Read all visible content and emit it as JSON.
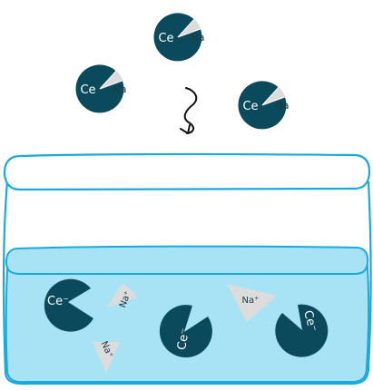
{
  "colors": {
    "ce": "#0b4a5c",
    "na": "#dcdcdc",
    "outline": "#19a9dc",
    "water": "#a8e3f5"
  },
  "molecules": [
    {
      "ce_label": "Ce",
      "na_label": "Na"
    },
    {
      "ce_label": "Ce",
      "na_label": "Na"
    },
    {
      "ce_label": "Ce",
      "na_label": "Na"
    }
  ],
  "ions": {
    "ce": [
      "Ce⁻",
      "Ce⁻",
      "Ce⁻"
    ],
    "na": [
      "Na⁺",
      "Na⁺",
      "Na⁺"
    ]
  },
  "icons": {
    "arrow": "squiggly-down-arrow-icon"
  }
}
